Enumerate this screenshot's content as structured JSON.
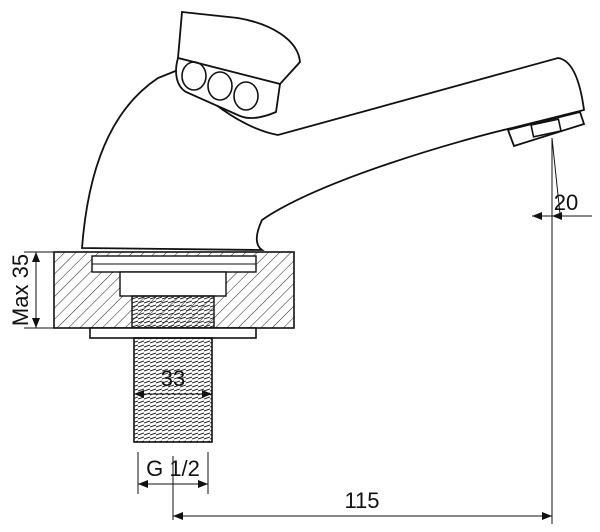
{
  "dimensions": {
    "height": "Max 35",
    "thread_diameter": "33",
    "thread_size": "G 1/2",
    "reach": "115",
    "outlet": "20"
  }
}
